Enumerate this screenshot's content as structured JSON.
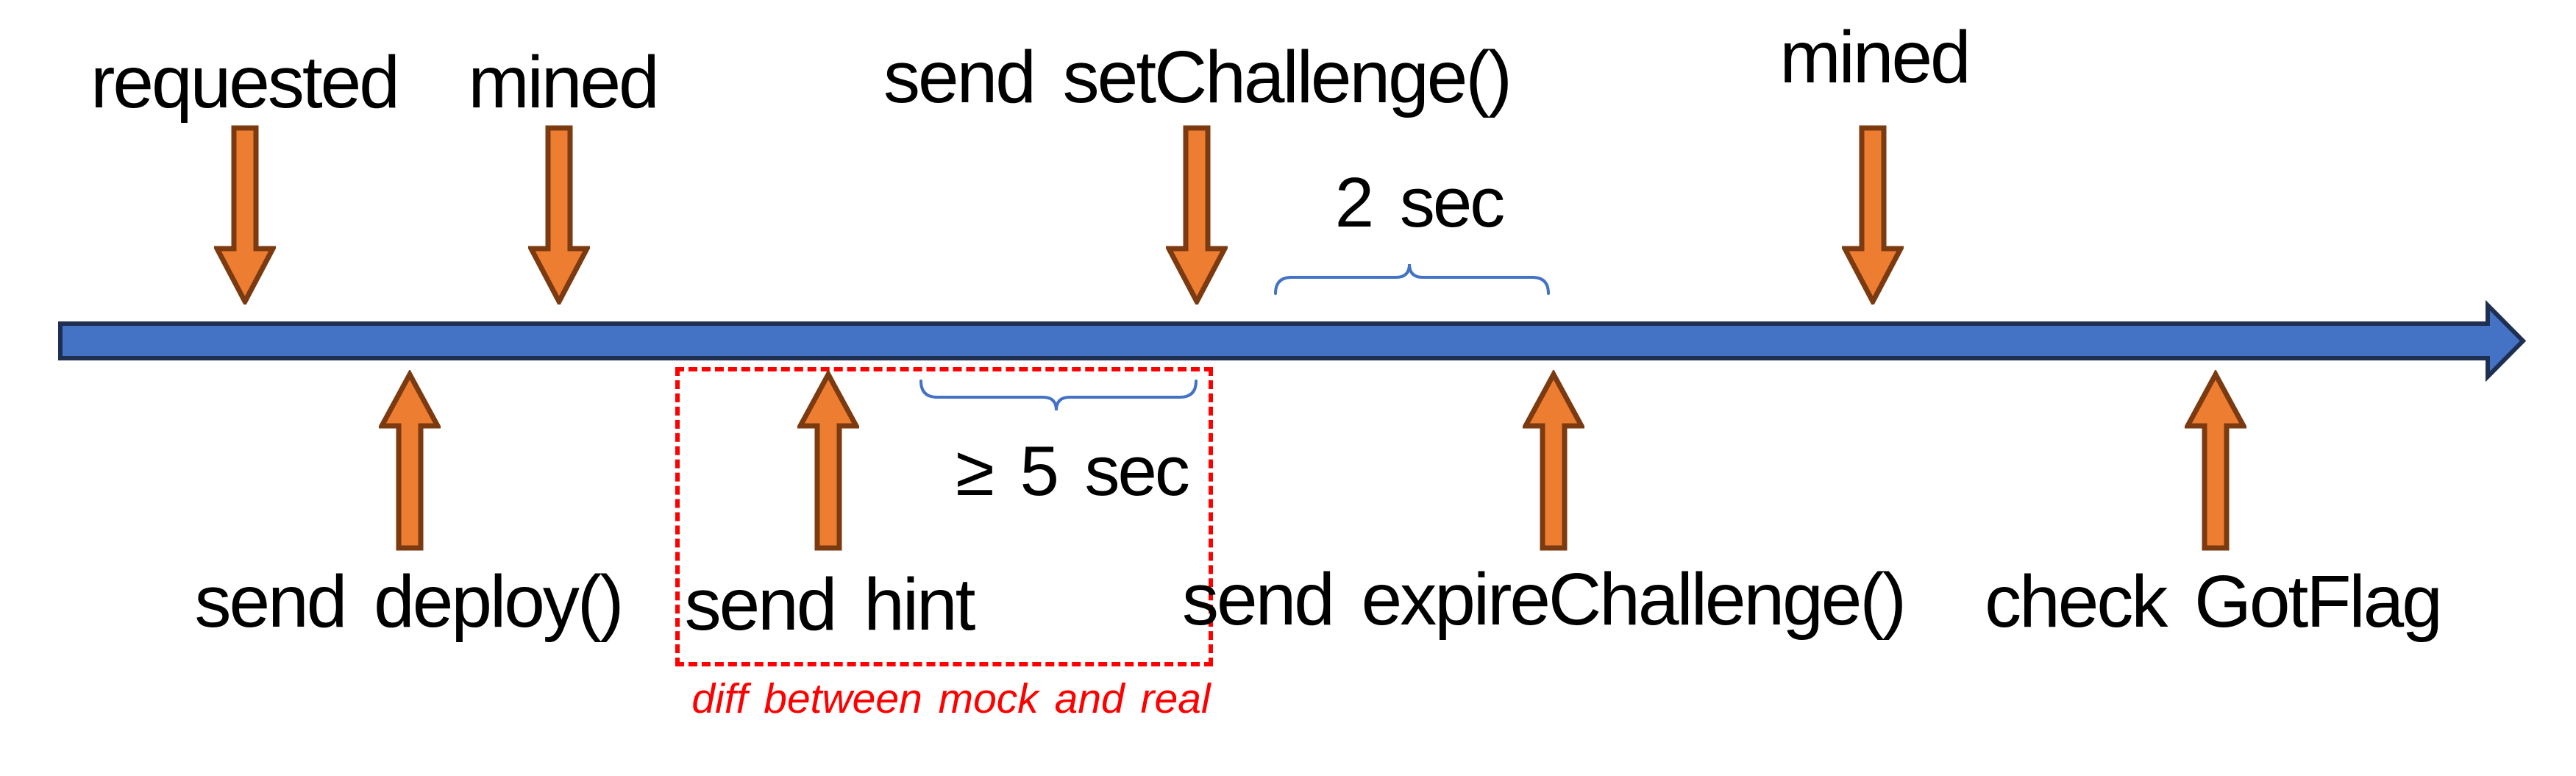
{
  "diagram": {
    "type": "timeline",
    "direction": "left-to-right"
  },
  "colors": {
    "timeline_fill": "#4472C4",
    "timeline_border": "#1E2F52",
    "event_arrow_fill": "#ED7D31",
    "event_arrow_border": "#7C3A10",
    "brace_stroke": "#4472C4",
    "highlight_red": "#FF0000",
    "label_text": "#000000",
    "background": "#FFFFFF"
  },
  "events_above": [
    {
      "id": "requested",
      "label": "requested"
    },
    {
      "id": "mined-1",
      "label": "mined"
    },
    {
      "id": "send-setchallenge",
      "label": "send setChallenge()"
    },
    {
      "id": "mined-2",
      "label": "mined"
    }
  ],
  "events_below": [
    {
      "id": "send-deploy",
      "label": "send deploy()"
    },
    {
      "id": "send-hint",
      "label": "send hint"
    },
    {
      "id": "send-expirechallenge",
      "label": "send expireChallenge()"
    },
    {
      "id": "check-gotflag",
      "label": "check GotFlag"
    }
  ],
  "intervals": [
    {
      "id": "two-sec",
      "label": "2 sec",
      "position": "above-timeline-after-setchallenge"
    },
    {
      "id": "five-sec",
      "label": "≥ 5 sec",
      "position": "below-timeline-after-send-hint"
    }
  ],
  "highlight": {
    "note": "diff between mock and real",
    "box_style": "red-dotted-rectangle",
    "box_contains": "send hint"
  }
}
